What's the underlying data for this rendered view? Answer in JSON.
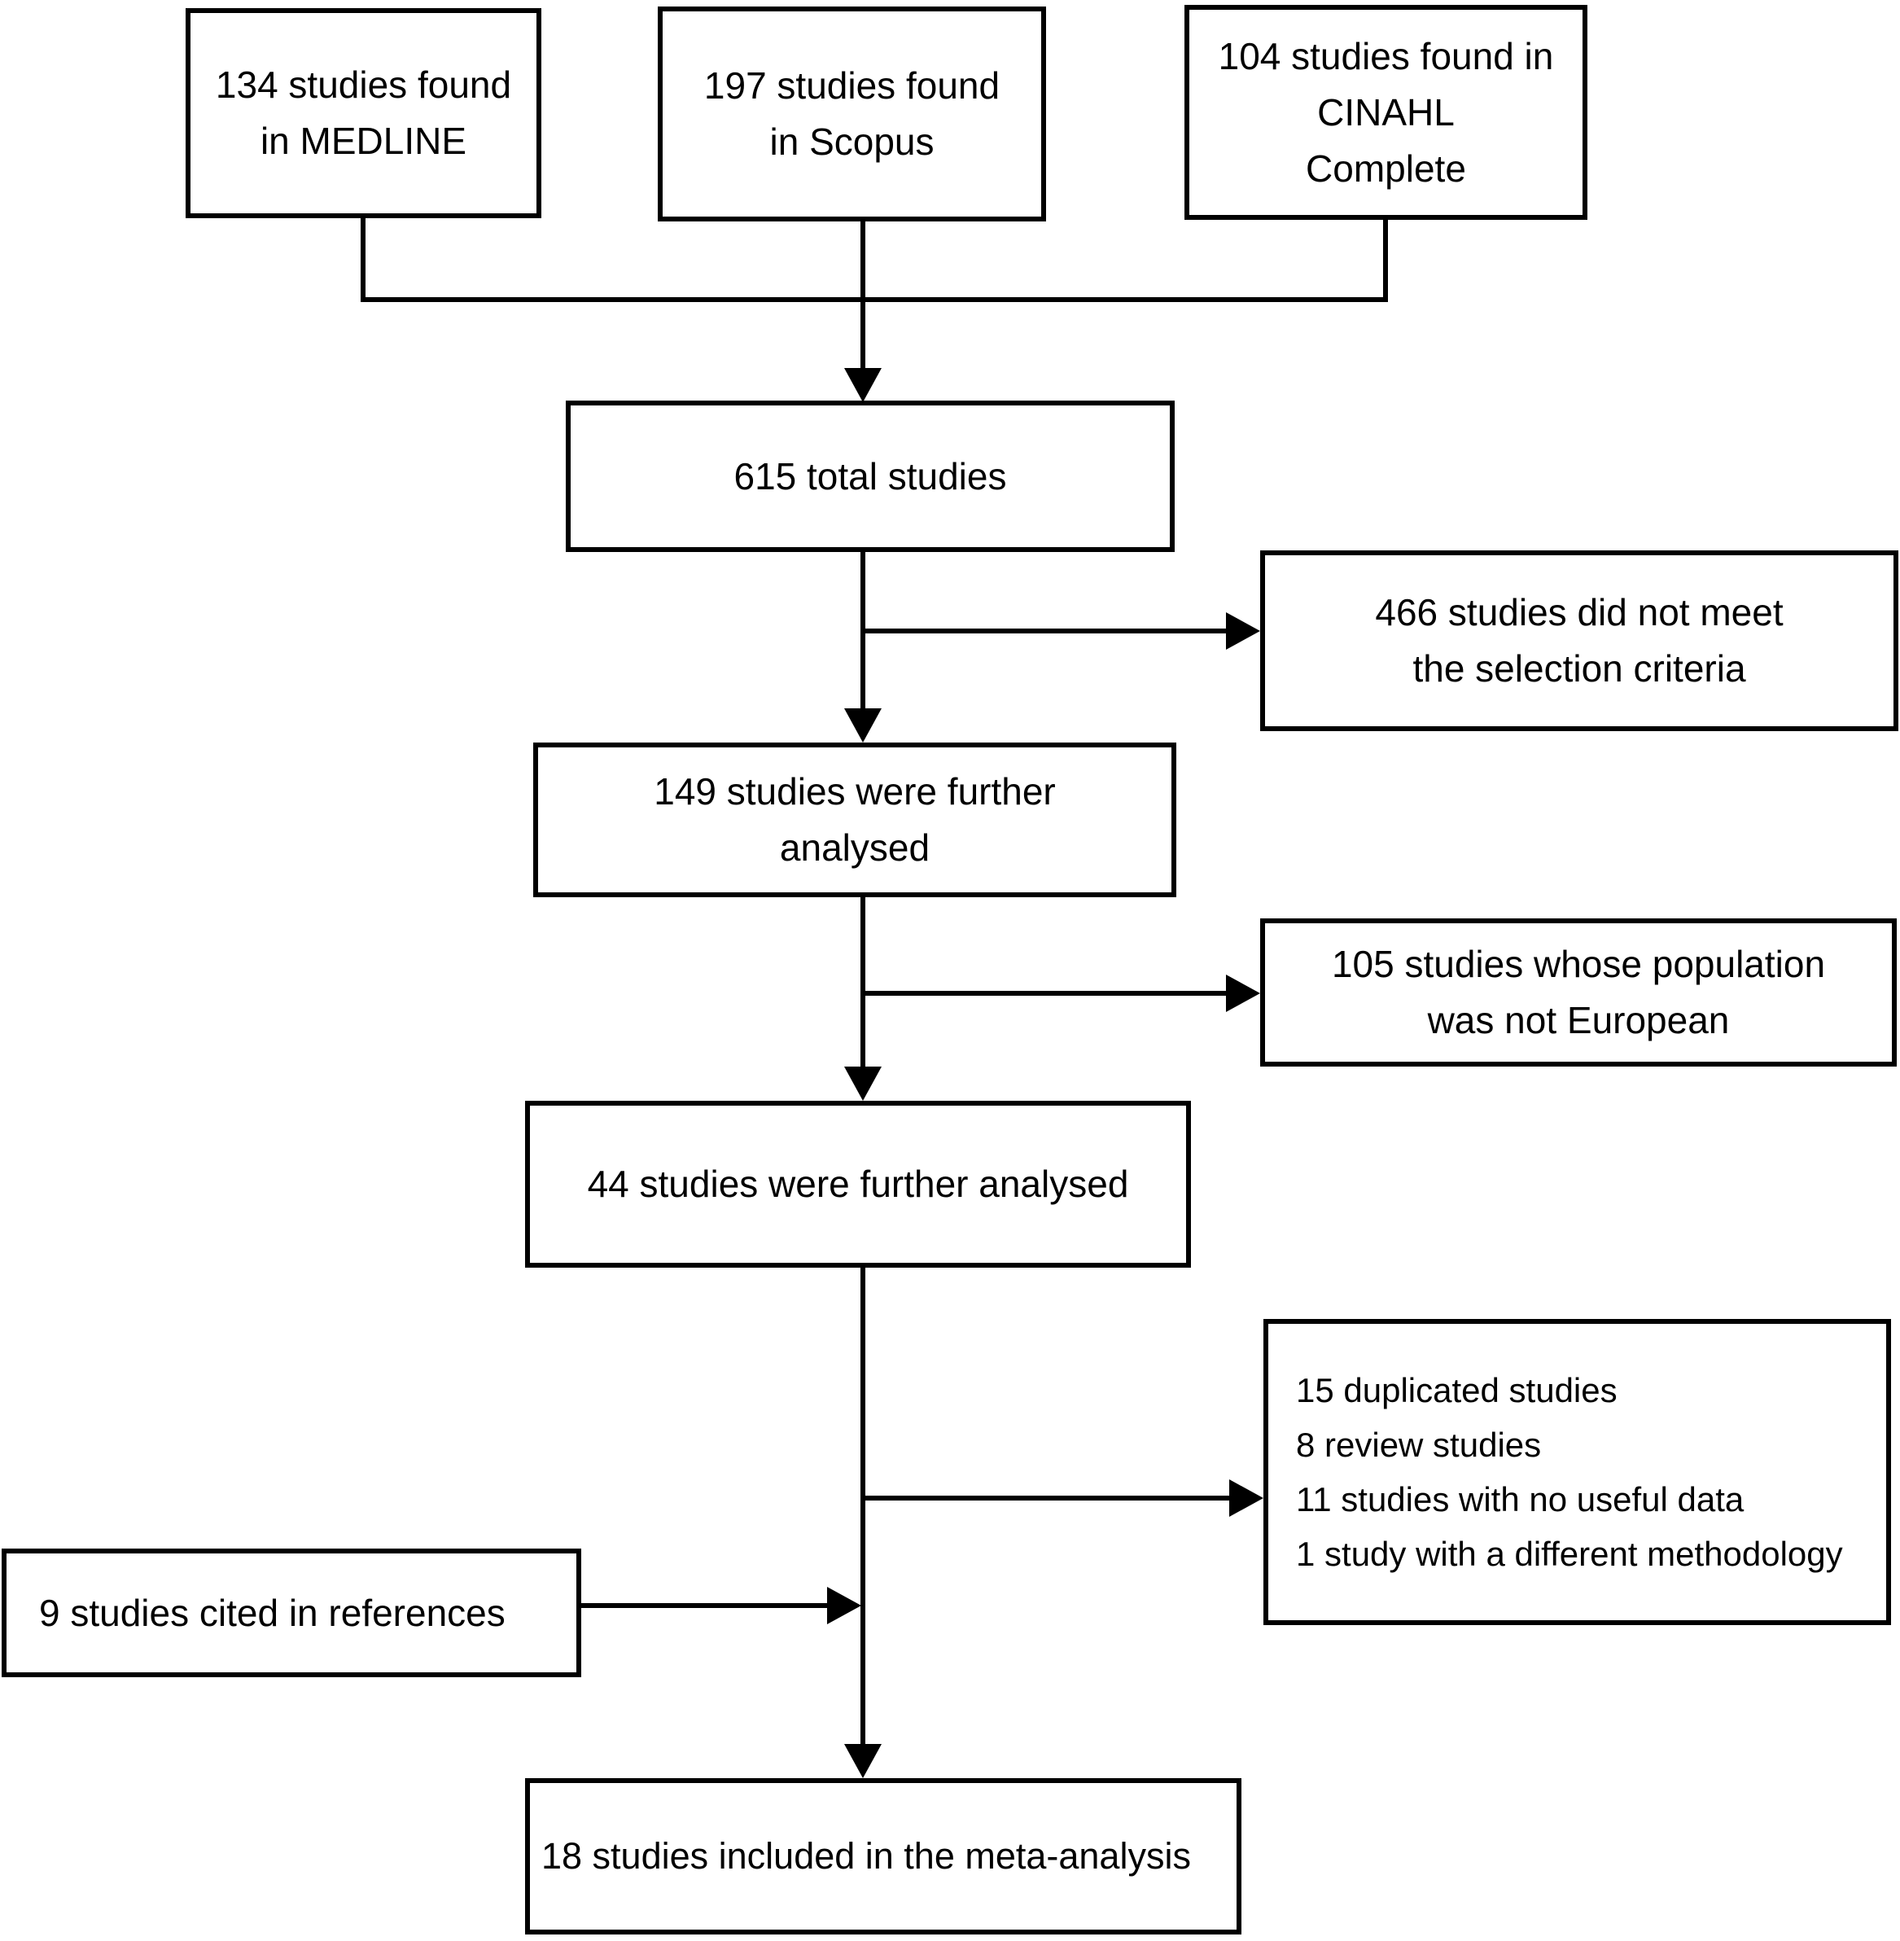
{
  "diagram": {
    "boxes": {
      "medline": {
        "label": "134 studies found\nin MEDLINE"
      },
      "scopus": {
        "label": "197 studies found\nin Scopus"
      },
      "cinahl": {
        "label": "104 studies found in\nCINAHL\nComplete"
      },
      "total": {
        "label": "615 total studies"
      },
      "not_meeting_criteria": {
        "label": "466 studies did not meet\nthe selection criteria"
      },
      "further_analysed_149": {
        "label": "149 studies were further\nanalysed"
      },
      "population_not_european": {
        "label": "105 studies whose population\nwas not European"
      },
      "further_analysed_44": {
        "label": "44 studies were further analysed"
      },
      "exclusion_reasons": {
        "label": "15 duplicated studies\n8 review studies\n11 studies with no useful data\n1 study with a different methodology"
      },
      "cited_in_references": {
        "label": "9 studies cited in references"
      },
      "included_meta_analysis": {
        "label": "18 studies included in the meta-analysis"
      }
    },
    "colors": {
      "line": "#000000",
      "background": "#ffffff",
      "box_background": "#ffffff",
      "text": "#000000"
    }
  }
}
